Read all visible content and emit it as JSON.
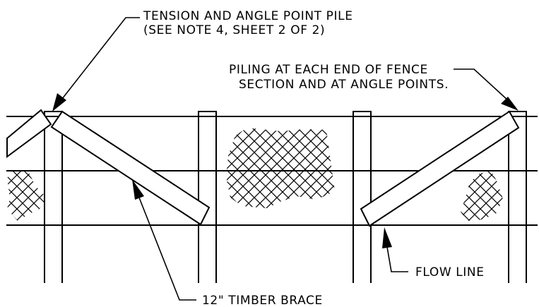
{
  "labels": {
    "tension_pile_line1": "TENSION AND ANGLE POINT PILE",
    "tension_pile_line2": "(SEE NOTE 4, SHEET 2 OF 2)",
    "piling_line1": "PILING AT EACH END OF FENCE",
    "piling_line2": "SECTION AND AT ANGLE POINTS.",
    "flow_line": "FLOW LINE",
    "timber_brace": "12\" TIMBER BRACE"
  }
}
